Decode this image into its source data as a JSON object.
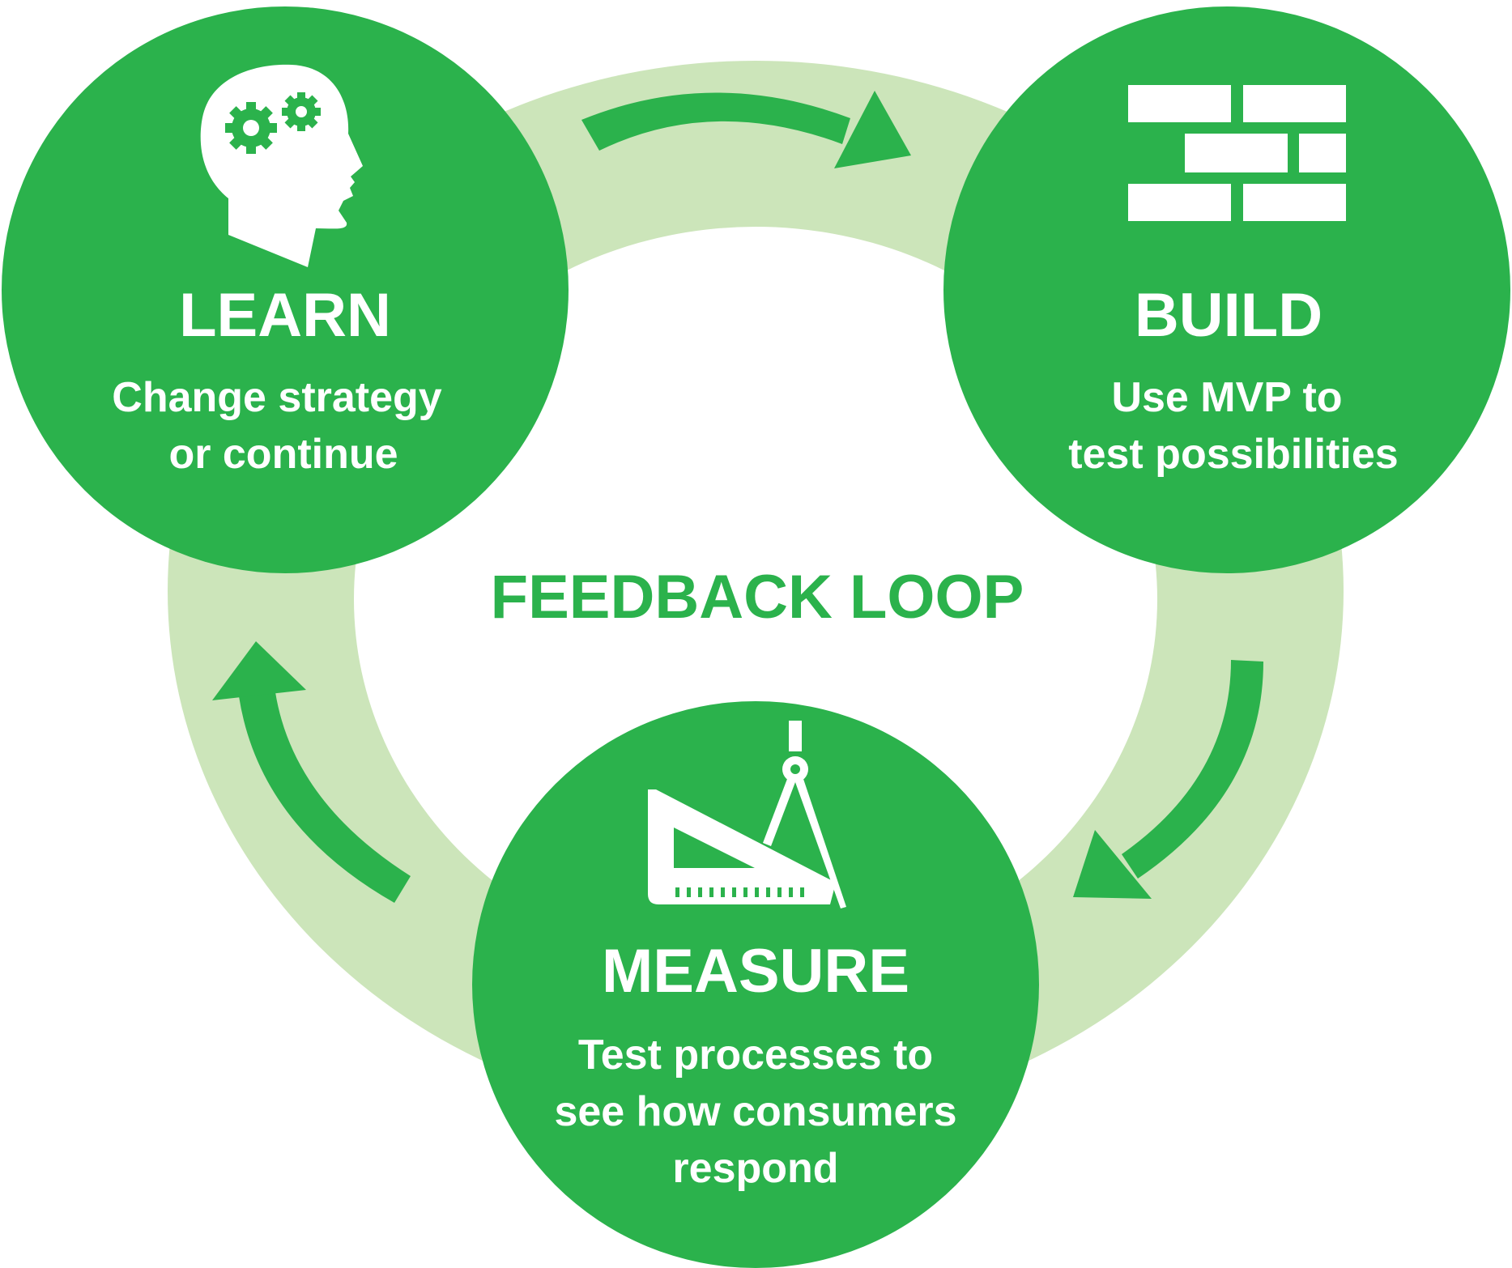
{
  "colors": {
    "primary": "#2bb24c",
    "ring": "#cce5ba",
    "text_on_primary": "#ffffff",
    "background": "#ffffff"
  },
  "center_title": "FEEDBACK LOOP",
  "nodes": {
    "learn": {
      "title": "LEARN",
      "lines": [
        "Change strategy",
        "or continue"
      ],
      "icon": "head-gears-icon"
    },
    "build": {
      "title": "BUILD",
      "lines": [
        "Use MVP to",
        "test possibilities"
      ],
      "icon": "brick-wall-icon"
    },
    "measure": {
      "title": "MEASURE",
      "lines": [
        "Test processes to",
        "see how consumers",
        "respond"
      ],
      "icon": "set-square-compass-icon"
    }
  },
  "cycle_order": [
    "learn",
    "build",
    "measure"
  ]
}
